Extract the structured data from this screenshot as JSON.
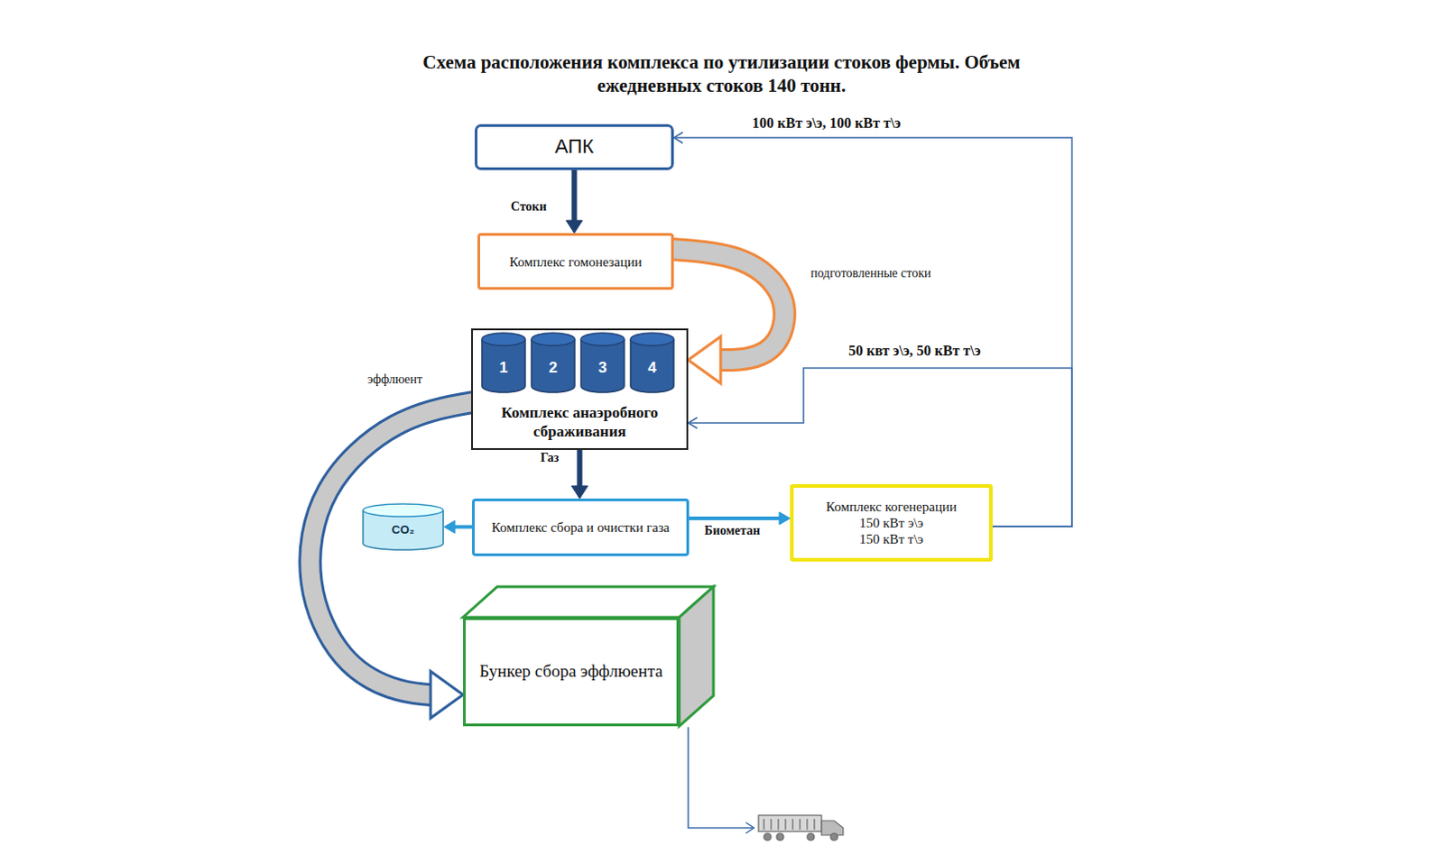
{
  "diagram": {
    "title": "Схема расположения комплекса по утилизации стоков фермы. Объем ежедневных стоков 140 тонн.",
    "nodes": [
      {
        "text": [
          "АПК"
        ]
      },
      {
        "text": [
          "Комплекс гомонезации"
        ]
      },
      {
        "text": [
          "Комплекс анаэробного сбраживания"
        ]
      },
      {
        "text": [
          "1"
        ],
        "in": 2
      },
      {
        "text": [
          "2"
        ],
        "in": 2
      },
      {
        "text": [
          "3"
        ],
        "in": 2
      },
      {
        "text": [
          "4"
        ],
        "in": 2
      },
      {
        "text": [
          "Комплекс сбора и очистки газа"
        ]
      },
      {
        "text": [
          "CO₂"
        ]
      },
      {
        "text": [
          "Комплекс когенерации",
          "150 кВт э\\э",
          "150 кВт т\\э"
        ]
      },
      {
        "text": [
          "Бункер сбора эффлюента"
        ]
      }
    ],
    "edges": [
      {
        "from": 0,
        "to": 1,
        "label": "Стоки",
        "arrow": "to"
      },
      {
        "from": 1,
        "to": 2,
        "label": "подготовленные стоки",
        "arrow": "to"
      },
      {
        "from": 2,
        "to": 7,
        "label": "Газ",
        "arrow": "to"
      },
      {
        "from": 7,
        "to": 8,
        "arrow": "to"
      },
      {
        "from": 7,
        "to": 9,
        "label": "Биометан",
        "arrow": "to"
      },
      {
        "from": 9,
        "to": 0,
        "label": "100 кВт э\\э, 100 кВт т\\э",
        "arrow": "to"
      },
      {
        "from": 9,
        "to": 2,
        "label": "50 квт э\\э, 50 кВт т\\э",
        "arrow": "to"
      },
      {
        "from": 2,
        "to": 10,
        "label": "эффлюент",
        "arrow": "to"
      }
    ]
  }
}
